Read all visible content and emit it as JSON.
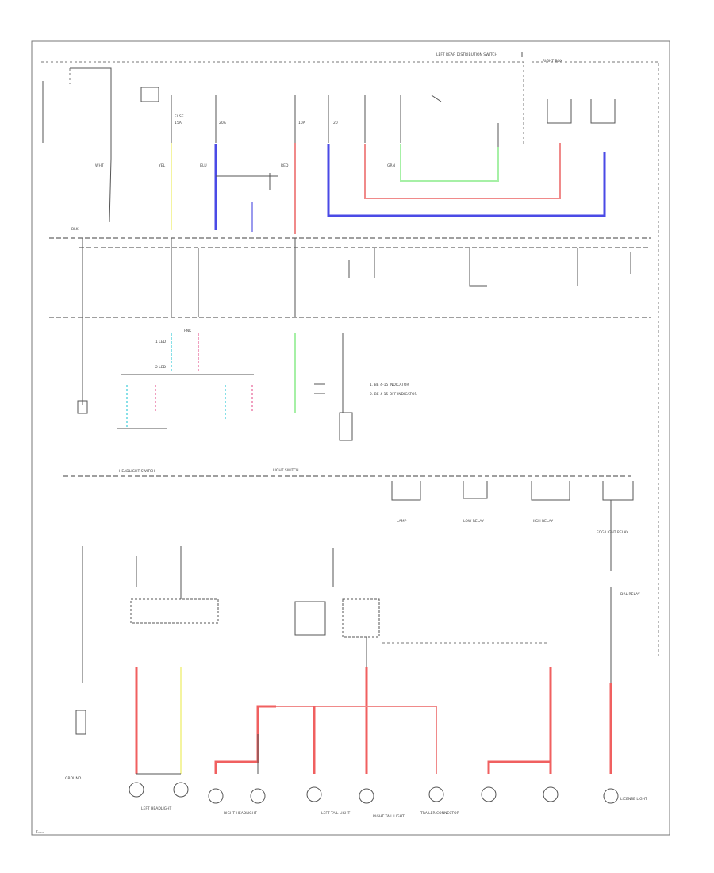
{
  "diagram": {
    "footer_code": "T-----",
    "labels": [
      "LEFT REAR DISTRIBUTION SWITCH",
      "RIGHT BOX",
      "FUSE",
      "15A",
      "20A",
      "10A",
      "20",
      "BLU",
      "RED",
      "YEL",
      "GRN",
      "WHT",
      "BLK",
      "PNK",
      "1 LED",
      "2 LED",
      "1. BE 4-15 INDICATOR",
      "2. BE 4-15 OFF INDICATOR",
      "HEADLIGHT SWITCH",
      "LIGHT SWITCH",
      "LOW RELAY",
      "HIGH RELAY",
      "LAMP",
      "FOG LIGHT RELAY",
      "LEFT HEADLIGHT",
      "RIGHT HEADLIGHT",
      "LEFT TAIL LIGHT",
      "RIGHT TAIL LIGHT",
      "TRAILER CONNECTOR",
      "DRL RELAY",
      "LICENSE LIGHT",
      "GROUND"
    ]
  }
}
